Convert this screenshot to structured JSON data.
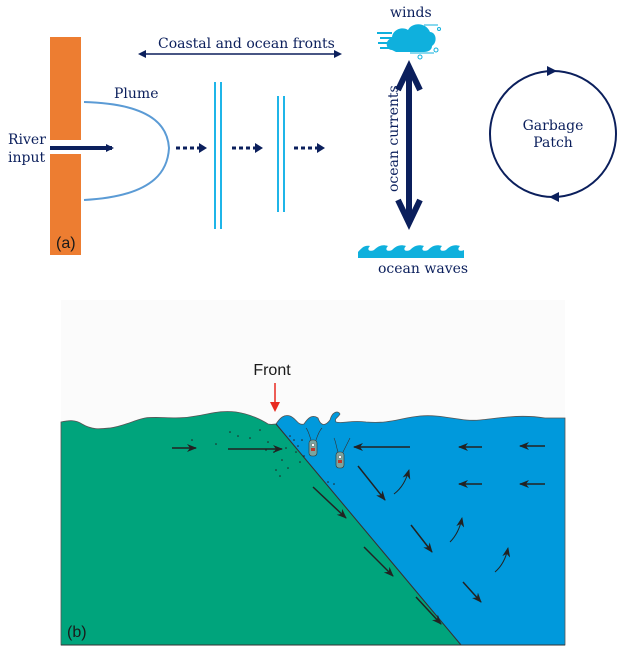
{
  "panel_a": {
    "label": "(a)",
    "river_label_line1": "River",
    "river_label_line2": "input",
    "plume_label": "Plume",
    "fronts_label": "Coastal and ocean fronts",
    "winds_label": "winds",
    "currents_label": "ocean currents",
    "waves_label": "ocean waves",
    "garbage_line1": "Garbage",
    "garbage_line2": "Patch",
    "colors": {
      "coast": "#ed7d31",
      "navy": "#0b1f5c",
      "plume": "#5b9bd5",
      "front_lines": "#1fb5e8",
      "cloud": "#0fb0dd"
    }
  },
  "panel_b": {
    "label": "(b)",
    "front_label": "Front",
    "colors": {
      "background": "#fbfbfb",
      "coastal_water": "#00a47c",
      "ocean_water": "#0099dc",
      "front_arrow": "#e82a20",
      "arrows": "#222222"
    }
  }
}
